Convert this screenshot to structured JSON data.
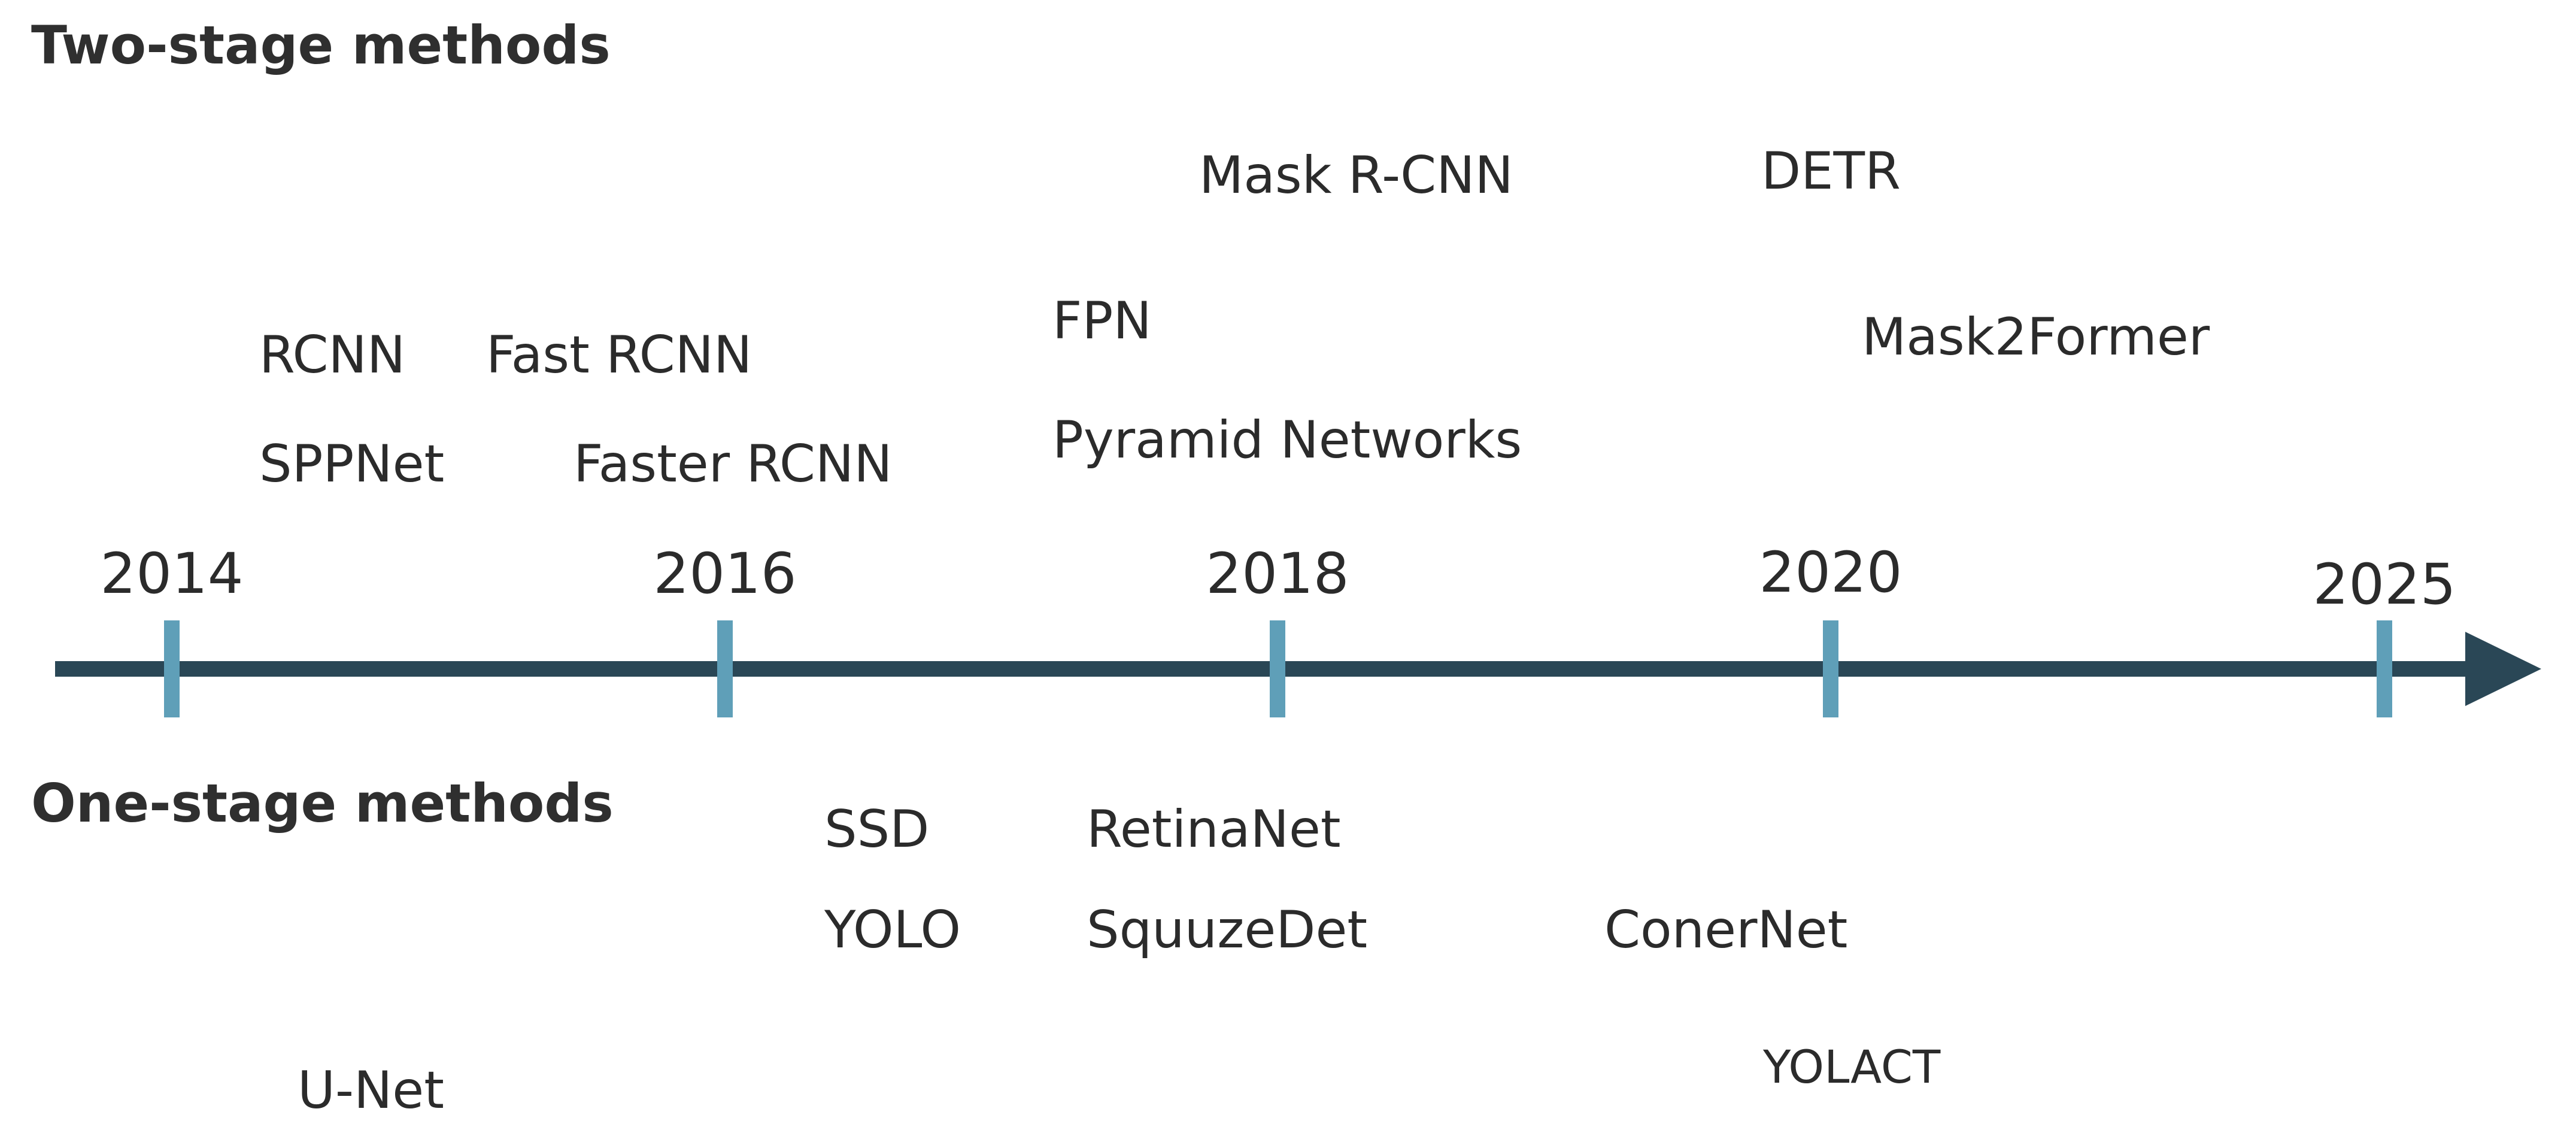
{
  "colors": {
    "axis": "#2a4756",
    "tick": "#5f9fb8",
    "text": "#2b2b2b"
  },
  "sections": {
    "two_stage": "Two-stage methods",
    "one_stage": "One-stage methods"
  },
  "years": [
    "2014",
    "2016",
    "2018",
    "2020",
    "2025"
  ],
  "two_stage_methods": {
    "rcnn": "RCNN",
    "sppnet": "SPPNet",
    "fast_rcnn": "Fast RCNN",
    "faster_rcnn": "Faster RCNN",
    "fpn": "FPN",
    "pyramid_networks": "Pyramid Networks",
    "mask_rcnn": "Mask R-CNN",
    "detr": "DETR",
    "mask2former": "Mask2Former"
  },
  "one_stage_methods": {
    "ssd": "SSD",
    "yolo": "YOLO",
    "retinanet": "RetinaNet",
    "squuzedet": "SquuzeDet",
    "conernet": "ConerNet",
    "yolact": "YOLACT",
    "unet": "U-Net"
  }
}
